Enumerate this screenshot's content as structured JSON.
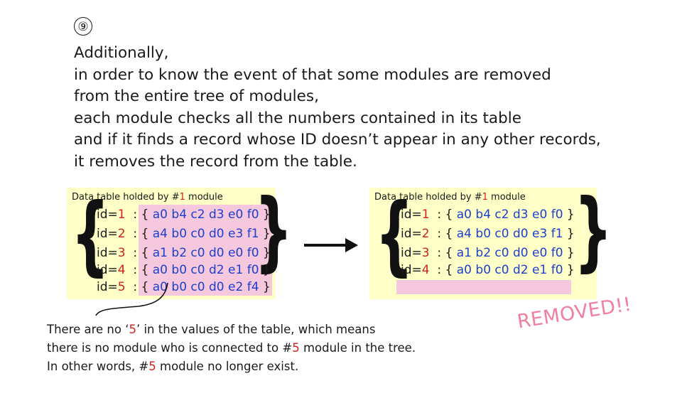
{
  "step_marker": "⑨",
  "paragraph": [
    "Additionally,",
    "in order to know the event of that some modules are removed",
    "from the entire tree of modules,",
    "each module checks all the numbers contained in its table",
    "and if it finds a record whose ID doesn’t appear in any other records,",
    "it removes the record from the table."
  ],
  "left_table": {
    "title_prefix": "Data table holded by #",
    "title_num": "1",
    "title_suffix": " module",
    "rows": [
      {
        "id": "1",
        "values": [
          "a0",
          "b4",
          "c2",
          "d3",
          "e0",
          "f0"
        ]
      },
      {
        "id": "2",
        "values": [
          "a4",
          "b0",
          "c0",
          "d0",
          "e3",
          "f1"
        ]
      },
      {
        "id": "3",
        "values": [
          "a1",
          "b2",
          "c0",
          "d0",
          "e0",
          "f0"
        ]
      },
      {
        "id": "4",
        "values": [
          "a0",
          "b0",
          "c0",
          "d2",
          "e1",
          "f0"
        ]
      },
      {
        "id": "5",
        "values": [
          "a0",
          "b0",
          "c0",
          "d0",
          "e2",
          "f4"
        ]
      }
    ]
  },
  "right_table": {
    "title_prefix": "Data table holded by #",
    "title_num": "1",
    "title_suffix": " module",
    "rows": [
      {
        "id": "1",
        "values": [
          "a0",
          "b4",
          "c2",
          "d3",
          "e0",
          "f0"
        ]
      },
      {
        "id": "2",
        "values": [
          "a4",
          "b0",
          "c0",
          "d0",
          "e3",
          "f1"
        ]
      },
      {
        "id": "3",
        "values": [
          "a1",
          "b2",
          "c0",
          "d0",
          "e0",
          "f0"
        ]
      },
      {
        "id": "4",
        "values": [
          "a0",
          "b0",
          "c0",
          "d2",
          "e1",
          "f0"
        ]
      }
    ]
  },
  "note": {
    "line1_a": "There are no ‘",
    "line1_num": "5",
    "line1_b": "’ in the values of the table, which means",
    "line2_a": "there is no module who is connected to #",
    "line2_num": "5",
    "line2_b": " module in the tree.",
    "line3_a": "In other words, #",
    "line3_num": "5",
    "line3_b": " module no longer exist."
  },
  "removed_label": "REMOVED!!",
  "colors": {
    "panel_bg": "#ffffc8",
    "highlight": "#f5c8de",
    "id_red": "#d42020",
    "value_blue": "#1d3fd0",
    "removed_pink": "#f07fa0"
  }
}
